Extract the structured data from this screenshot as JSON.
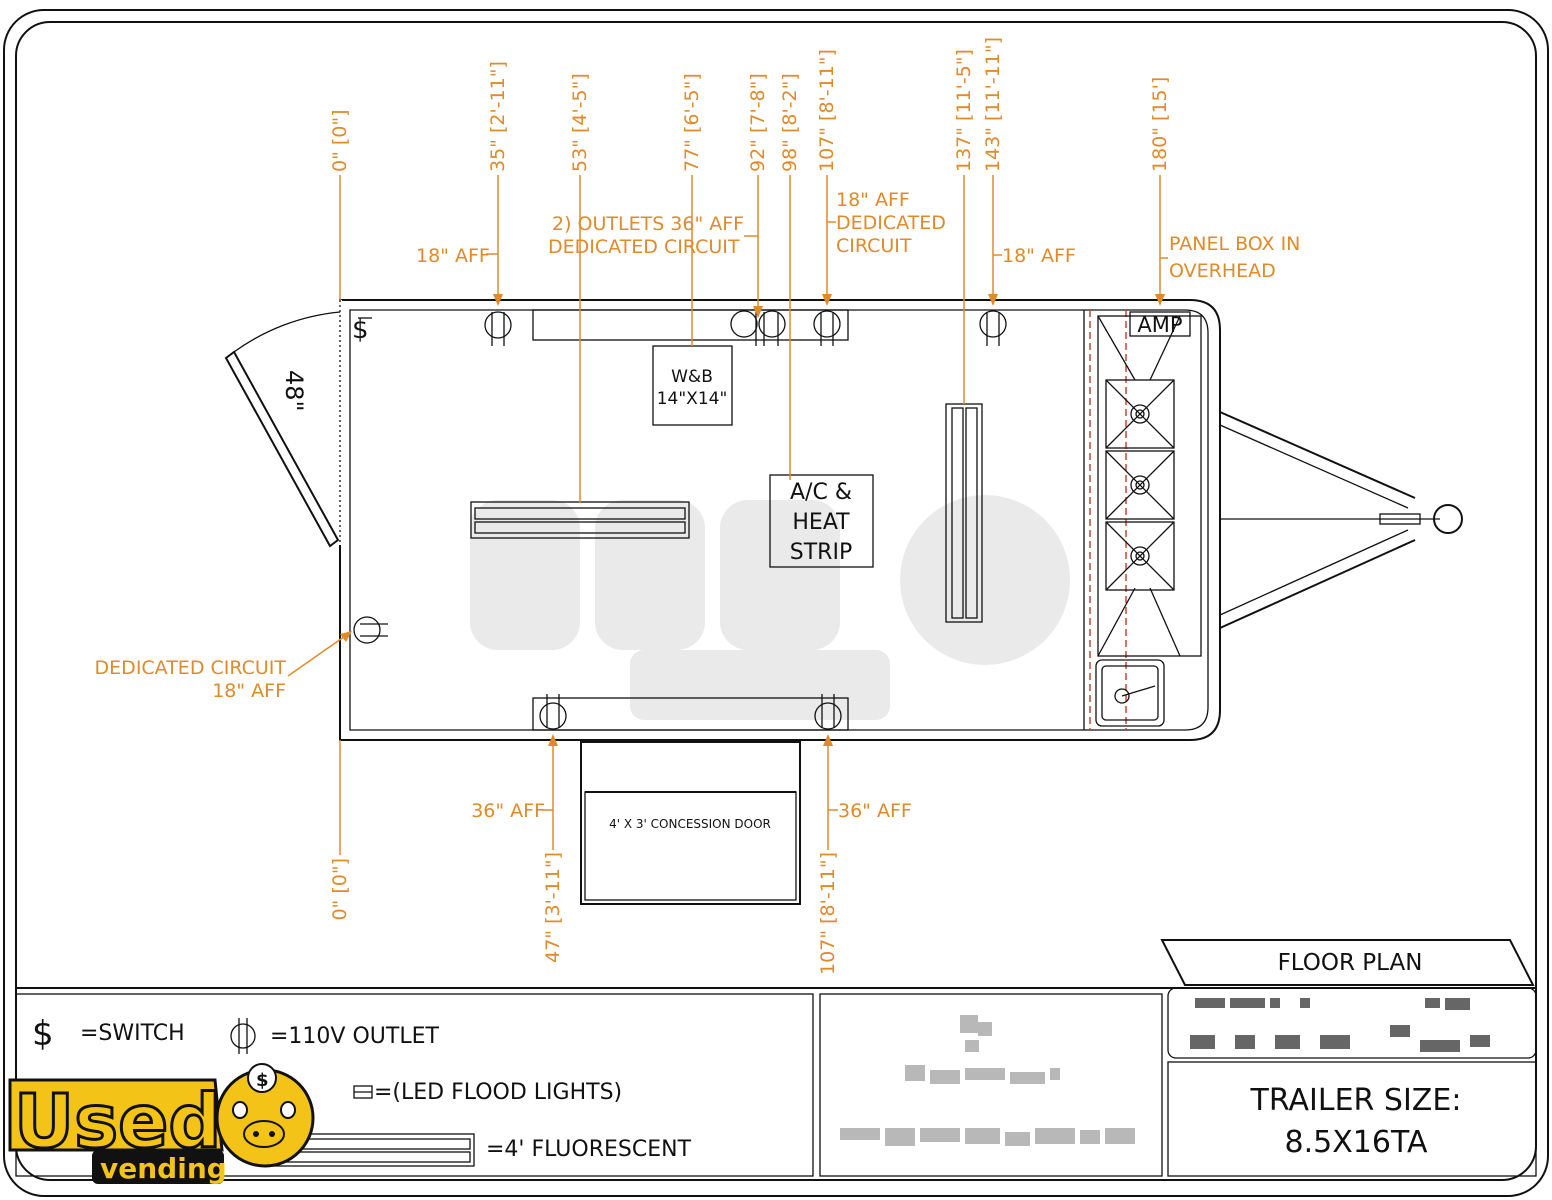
{
  "dimensions": {
    "top": [
      {
        "label": "0\" [0\"]"
      },
      {
        "label": "35\" [2'-11\"]"
      },
      {
        "label": "53\" [4'-5\"]"
      },
      {
        "label": "77\" [6'-5\"]"
      },
      {
        "label": "92\" [7'-8\"]"
      },
      {
        "label": "98\" [8'-2\"]"
      },
      {
        "label": "107\" [8'-11\"]"
      },
      {
        "label": "137\" [11'-5\"]"
      },
      {
        "label": "143\" [11'-11\"]"
      },
      {
        "label": "180\" [15']"
      }
    ],
    "bottom": [
      {
        "label": "0\" [0\"]"
      },
      {
        "label": "47\" [3'-11\"]"
      },
      {
        "label": "107\" [8'-11\"]"
      }
    ]
  },
  "notes": {
    "aff_18_left": "18\" AFF",
    "outlets_line1": "2) OUTLETS 36\" AFF",
    "outlets_line2": "DEDICATED CIRCUIT",
    "ded_aff_line1": "18\" AFF",
    "ded_aff_line2": "DEDICATED",
    "ded_aff_line3": "CIRCUIT",
    "aff_18_right": "18\" AFF",
    "panel_line1": "PANEL BOX IN",
    "panel_line2": "OVERHEAD",
    "ded_circuit_line1": "DEDICATED CIRCUIT",
    "ded_circuit_line2": "18\" AFF",
    "aff_36_left": "36\" AFF",
    "aff_36_right": "36\" AFF"
  },
  "plan": {
    "door_width": "48\"",
    "wb_line1": "W&B",
    "wb_line2": "14\"X14\"",
    "ac_line1": "A/C &",
    "ac_line2": "HEAT",
    "ac_line3": "STRIP",
    "amp": "AMP",
    "concession_door": "4' X 3' CONCESSION DOOR"
  },
  "legend": {
    "switch_symbol": "$",
    "switch": "=SWITCH",
    "outlet": "=110V OUTLET",
    "led": "=(LED FLOOD LIGHTS)",
    "fluorescent": "=4' FLUORESCENT"
  },
  "title_block": {
    "floor_plan": "FLOOR PLAN",
    "trailer_size_line1": "TRAILER SIZE:",
    "trailer_size_line2": "8.5X16TA"
  },
  "logo": {
    "brand_top": "Used",
    "brand_bottom": "vending",
    "badge_symbol": "$"
  },
  "colors": {
    "annotation": "#e08a2a",
    "line": "#111111",
    "logo_yellow": "#f3c417"
  }
}
